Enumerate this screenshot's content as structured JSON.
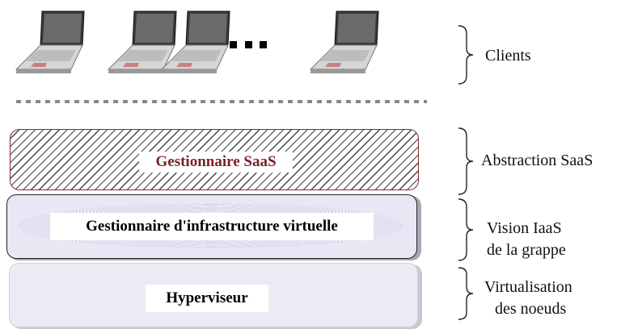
{
  "layers": {
    "saas_manager": "Gestionnaire SaaS",
    "virtual_infra_manager": "Gestionnaire d'infrastructure virtuelle",
    "hypervisor": "Hyperviseur"
  },
  "ellipsis": "...",
  "right_labels": {
    "clients": "Clients",
    "abstraction_saas": "Abstraction SaaS",
    "vision_iaas_line1": "Vision IaaS",
    "vision_iaas_line2": "de la grappe",
    "virtualisation_line1": "Virtualisation",
    "virtualisation_line2": "des noeuds"
  },
  "colors": {
    "saas_label": "#7a1f2a",
    "saas_border": "#8a2a2a",
    "layer_fill": "#ecebf5"
  }
}
